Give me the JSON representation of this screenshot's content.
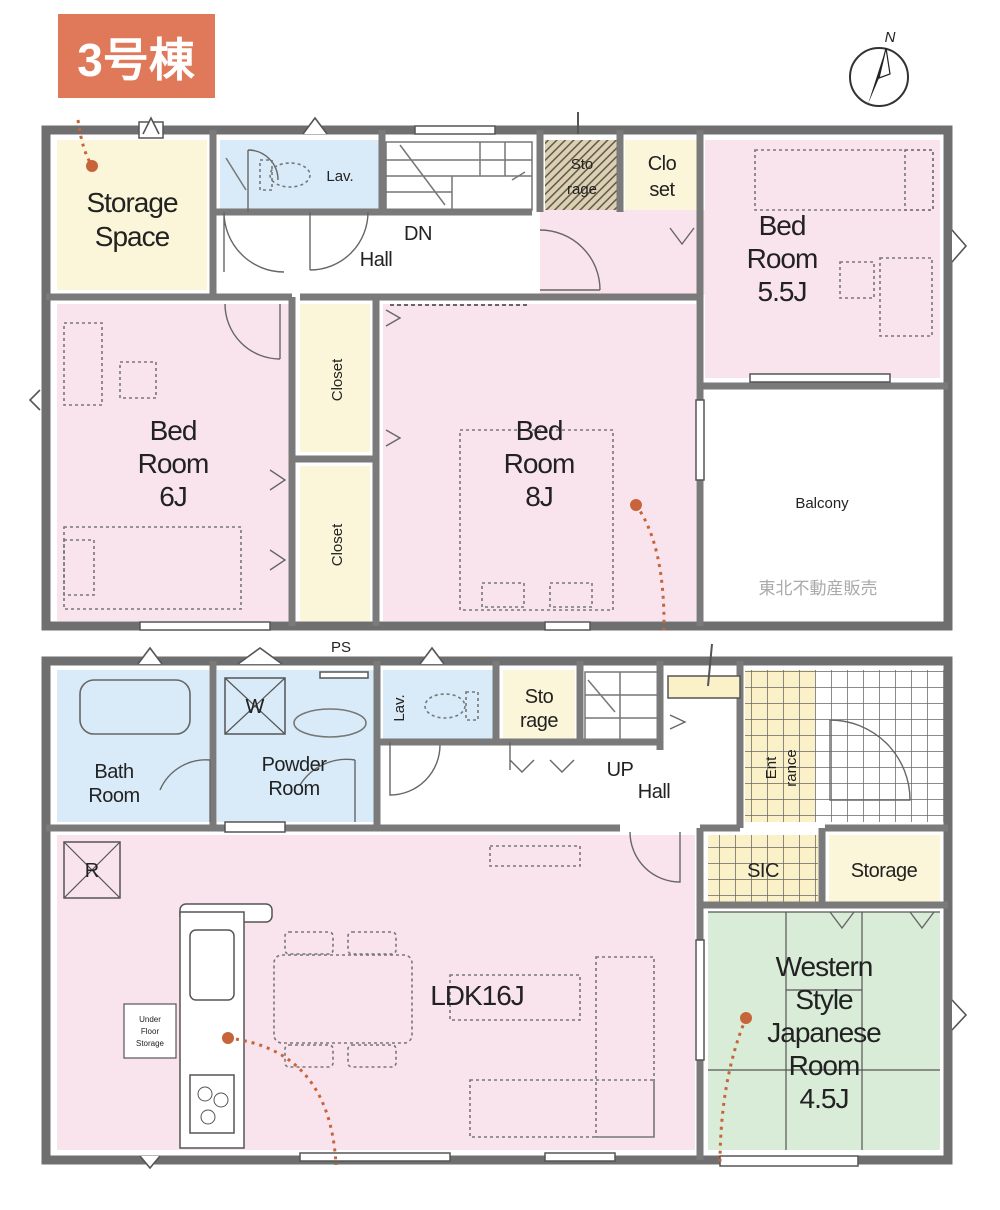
{
  "badge": {
    "text": "3号棟",
    "color": "#e0785a"
  },
  "compass": {
    "label": "N"
  },
  "watermark": "東北不動産販売",
  "colors": {
    "bedroom": "#f9e4ee",
    "wet": "#d9ebf8",
    "storage": "#fbf6d9",
    "japanese": "#d8ecd8",
    "hall": "#ffffff",
    "wall": "#6f6f6f",
    "path": "#c8643a"
  },
  "upper_floor": {
    "storage_space": [
      "Storage",
      "Space"
    ],
    "lav": "Lav.",
    "dn": "DN",
    "hall": "Hall",
    "storage_small": [
      "Sto",
      "rage"
    ],
    "closet_small": [
      "Clo",
      "set"
    ],
    "bedroom_55": [
      "Bed",
      "Room",
      "5.5J"
    ],
    "bedroom_6": [
      "Bed",
      "Room",
      "6J"
    ],
    "closet_a": "Closet",
    "closet_b": "Closet",
    "bedroom_8": [
      "Bed",
      "Room",
      "8J"
    ],
    "balcony": "Balcony"
  },
  "lower_floor": {
    "ps": "PS",
    "washer": "W",
    "bath_room": [
      "Bath",
      "Room"
    ],
    "powder_room": [
      "Powder",
      "Room"
    ],
    "lav": "Lav.",
    "storage_small": [
      "Sto",
      "rage"
    ],
    "up": "UP",
    "hall": "Hall",
    "entrance": [
      "Ent",
      "rance"
    ],
    "sic": "SIC",
    "storage": "Storage",
    "refrigerator": "R",
    "under_floor_storage": [
      "Under",
      "Floor",
      "Storage"
    ],
    "ldk": "LDK16J",
    "japanese_room": [
      "Western",
      "Style",
      "Japanese",
      "Room",
      "4.5J"
    ]
  }
}
